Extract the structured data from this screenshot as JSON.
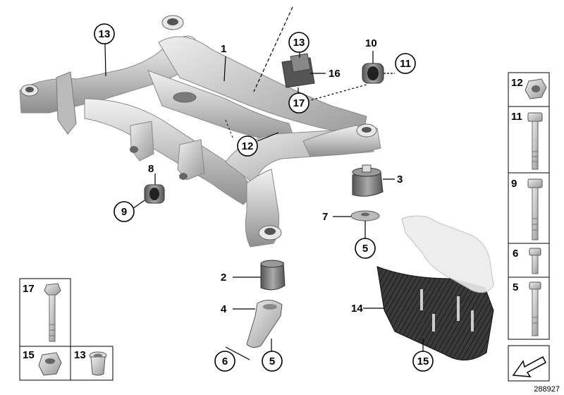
{
  "callouts": {
    "c1": "1",
    "c2": "2",
    "c3": "3",
    "c4": "4",
    "c5a": "5",
    "c5b": "5",
    "c6": "6",
    "c7": "7",
    "c8": "8",
    "c9": "9",
    "c10": "10",
    "c11": "11",
    "c12": "12",
    "c13a": "13",
    "c13b": "13",
    "c14": "14",
    "c15": "15",
    "c16": "16",
    "c17": "17"
  },
  "side_panel": {
    "p12": "12",
    "p11": "11",
    "p9": "9",
    "p6": "6",
    "p5": "5"
  },
  "bottom_panel": {
    "p17": "17",
    "p15": "15",
    "p13": "13"
  },
  "diagram_id": "288927"
}
